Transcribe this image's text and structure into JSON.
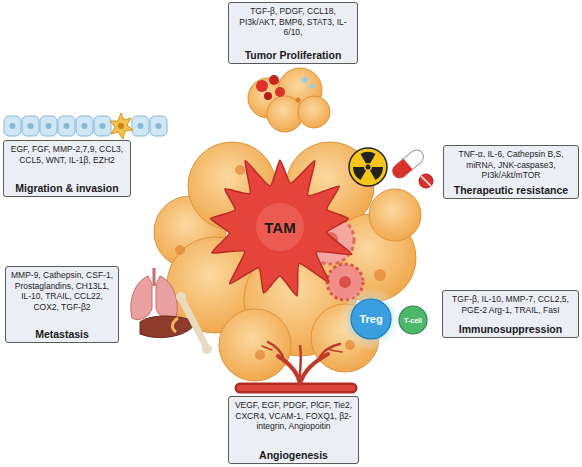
{
  "diagram": {
    "nodes": [
      {
        "text": [
          "TGF-β, PDGF, CCL18, PI3k/AKT, BMP6, STAT3, IL-6/10,",
          "Tumor Proliferation"
        ]
      },
      {
        "text": [
          "EGF, FGF, MMP-2,7,9, CCL3, CCL5, WNT, IL-1β, EZH2",
          "Migration & invasion"
        ]
      },
      {
        "text": [
          "TNF-α, IL-6, Cathepsin B,S, miRNA, JNK-caspase3, PI3k/Akt/mTOR",
          "Therapeutic resistance"
        ]
      },
      {
        "text": [
          "TAM"
        ]
      },
      {
        "text": [
          "MMP-9, Cathepsin, CSF-1, Prostaglandins, CH13L1, IL-10, TRAIL, CCL22, COX2, TGF-β2",
          "Metastasis"
        ]
      },
      {
        "text": [
          "TGF-β, IL-10, MMP-7, CCL2,5, PGE-2 Arg-1, TRAIL, FasI",
          "Immunosuppression"
        ]
      },
      {
        "text": [
          "Treg"
        ]
      },
      {
        "text": [
          "T-cell"
        ]
      },
      {
        "text": [
          "VEGF, EGF, PDGF, PlGF, Tie2, CXCR4, VCAM-1, FOXQ1, β2-integrin, Angiopoitin",
          "Angiogenesis"
        ]
      }
    ]
  }
}
